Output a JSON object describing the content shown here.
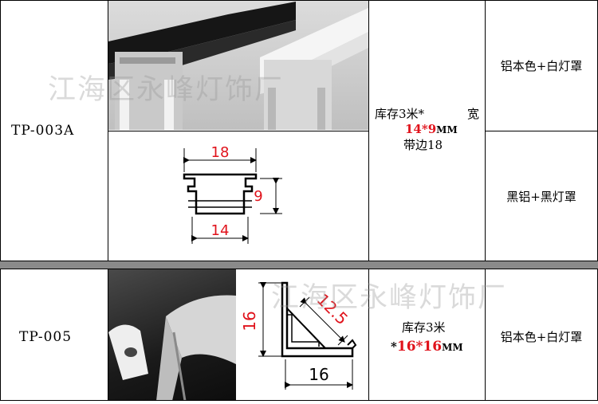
{
  "watermark": "江海区永峰灯饰厂",
  "products": [
    {
      "code": "TP-003A",
      "stock_line1": "库存3米*",
      "stock_width_word": "宽",
      "size": "14*9",
      "size_unit": "MM",
      "stock_line3": "带边18",
      "option1": "铝本色+白灯罩",
      "option2": "黑铝+黑灯罩",
      "dim_top": "18",
      "dim_side": "9",
      "dim_bottom": "14"
    },
    {
      "code": "TP-005",
      "stock_line1": "库存3米",
      "size_prefix": "*",
      "size": "16*16",
      "size_unit": "MM",
      "option1": "铝本色+白灯罩",
      "dim_side": "16",
      "dim_diag": "12.5",
      "dim_bottom": "16"
    }
  ],
  "colors": {
    "red_text": "#e0121b",
    "separator": "#8a8a8a"
  }
}
